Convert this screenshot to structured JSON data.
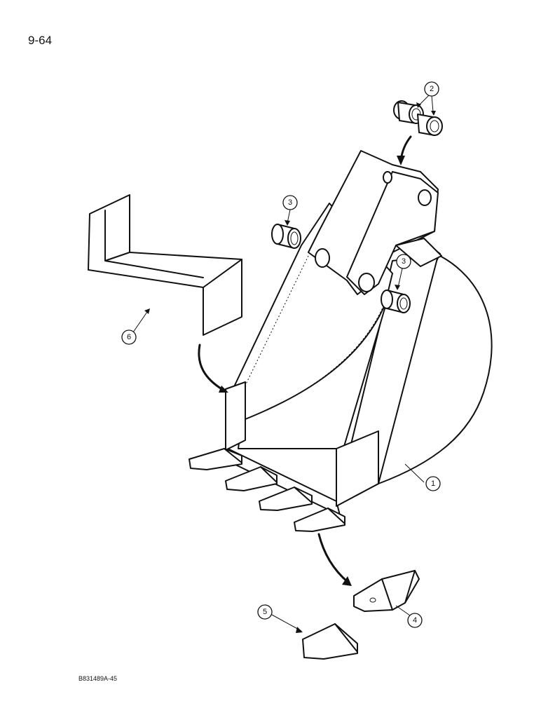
{
  "page": {
    "number": "9-64",
    "figure_code": "B831489A-45"
  },
  "callouts": {
    "c1": "1",
    "c2": "2",
    "c3a": "3",
    "c3b": "3",
    "c4": "4",
    "c5": "5",
    "c6": "6"
  }
}
